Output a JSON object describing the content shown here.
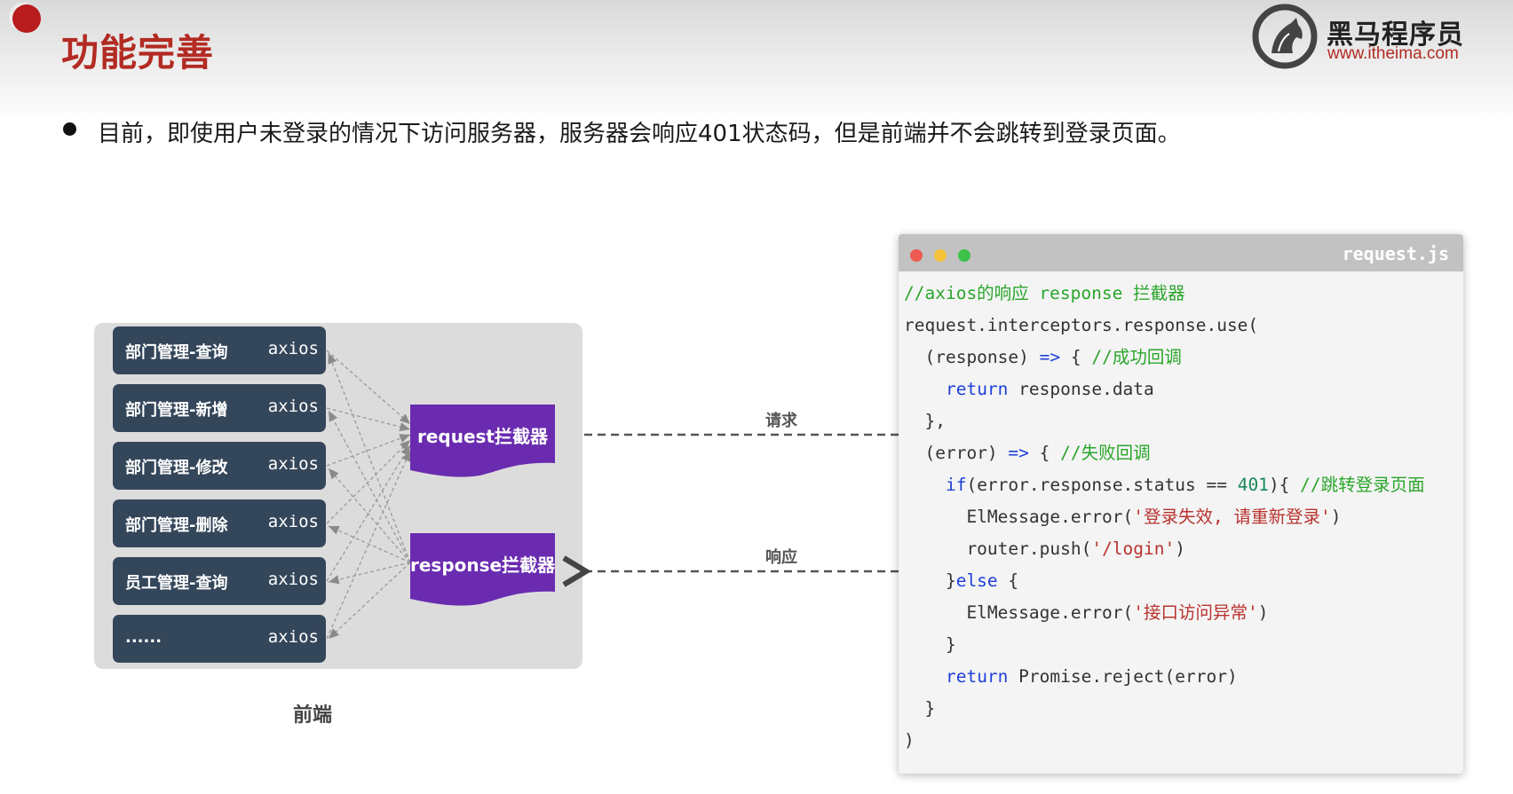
{
  "slide": {
    "title": "功能完善",
    "bullet": "目前，即使用户未登录的情况下访问服务器，服务器会响应401状态码，但是前端并不会跳转到登录页面。"
  },
  "logo": {
    "name": "黑马程序员",
    "url": "www.itheima.com"
  },
  "diagram": {
    "api_items": [
      {
        "name": "部门管理-查询",
        "tag": "axios"
      },
      {
        "name": "部门管理-新增",
        "tag": "axios"
      },
      {
        "name": "部门管理-修改",
        "tag": "axios"
      },
      {
        "name": "部门管理-删除",
        "tag": "axios"
      },
      {
        "name": "员工管理-查询",
        "tag": "axios"
      },
      {
        "name": "......",
        "tag": "axios"
      }
    ],
    "request_interceptor": "request拦截器",
    "response_interceptor": "response拦截器",
    "request_label": "请求",
    "response_label": "响应",
    "frontend_label": "前端",
    "colors": {
      "api_box": "#34465a",
      "interceptor": "#6a2bb0",
      "panel": "#dcdcdc"
    }
  },
  "code_window": {
    "filename": "request.js",
    "colors": {
      "comment": "#2aa52a",
      "keyword": "#1f3fd8",
      "string": "#b8332f"
    },
    "lines": [
      [
        {
          "t": "//axios的响应 response 拦截器",
          "c": "comment"
        }
      ],
      [
        {
          "t": "request.interceptors.response.use(",
          "c": ""
        }
      ],
      [
        {
          "t": "  (response) ",
          "c": ""
        },
        {
          "t": "=>",
          "c": "kw"
        },
        {
          "t": " { ",
          "c": ""
        },
        {
          "t": "//成功回调",
          "c": "comment"
        }
      ],
      [
        {
          "t": "    ",
          "c": ""
        },
        {
          "t": "return",
          "c": "kw"
        },
        {
          "t": " response.data",
          "c": ""
        }
      ],
      [
        {
          "t": "  },",
          "c": ""
        }
      ],
      [
        {
          "t": "  (error) ",
          "c": ""
        },
        {
          "t": "=>",
          "c": "kw"
        },
        {
          "t": " { ",
          "c": ""
        },
        {
          "t": "//失败回调",
          "c": "comment"
        }
      ],
      [
        {
          "t": "    ",
          "c": ""
        },
        {
          "t": "if",
          "c": "kw"
        },
        {
          "t": "(error.response.status == ",
          "c": ""
        },
        {
          "t": "401",
          "c": "num"
        },
        {
          "t": "){ ",
          "c": ""
        },
        {
          "t": "//跳转登录页面",
          "c": "comment"
        }
      ],
      [
        {
          "t": "      ElMessage.error(",
          "c": ""
        },
        {
          "t": "'登录失效, 请重新登录'",
          "c": "str"
        },
        {
          "t": ")",
          "c": ""
        }
      ],
      [
        {
          "t": "      router.push(",
          "c": ""
        },
        {
          "t": "'/login'",
          "c": "str"
        },
        {
          "t": ")",
          "c": ""
        }
      ],
      [
        {
          "t": "    }",
          "c": ""
        },
        {
          "t": "else",
          "c": "kw"
        },
        {
          "t": " {",
          "c": ""
        }
      ],
      [
        {
          "t": "      ElMessage.error(",
          "c": ""
        },
        {
          "t": "'接口访问异常'",
          "c": "str"
        },
        {
          "t": ")",
          "c": ""
        }
      ],
      [
        {
          "t": "    }",
          "c": ""
        }
      ],
      [
        {
          "t": "    ",
          "c": ""
        },
        {
          "t": "return",
          "c": "kw"
        },
        {
          "t": " Promise.reject(error)",
          "c": ""
        }
      ],
      [
        {
          "t": "  }",
          "c": ""
        }
      ],
      [
        {
          "t": ")",
          "c": ""
        }
      ]
    ]
  }
}
